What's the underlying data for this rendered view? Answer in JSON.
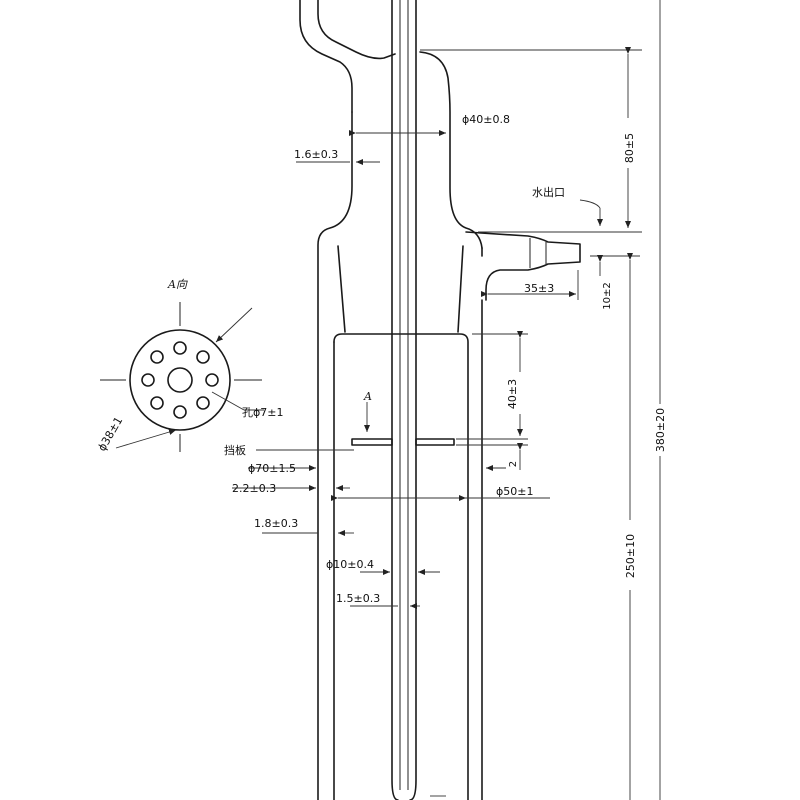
{
  "labels": {
    "water_outlet": "水出口",
    "baffle": "挡板",
    "hole": "孔ϕ7±1",
    "view_a": "A向",
    "section_a": "A"
  },
  "dimensions": {
    "d40": "ϕ40±0.8",
    "t16": "1.6±0.3",
    "h80": "80±5",
    "l35": "35±3",
    "h10": "10±2",
    "h40": "40±3",
    "h2": "2",
    "d70": "ϕ70±1.5",
    "t22": "2.2±0.3",
    "d50": "ϕ50±1",
    "t18": "1.8±0.3",
    "d10": "ϕ10±0.4",
    "t15": "1.5±0.3",
    "h250": "250±10",
    "h380": "380±20",
    "d38": "ϕ38±1"
  }
}
